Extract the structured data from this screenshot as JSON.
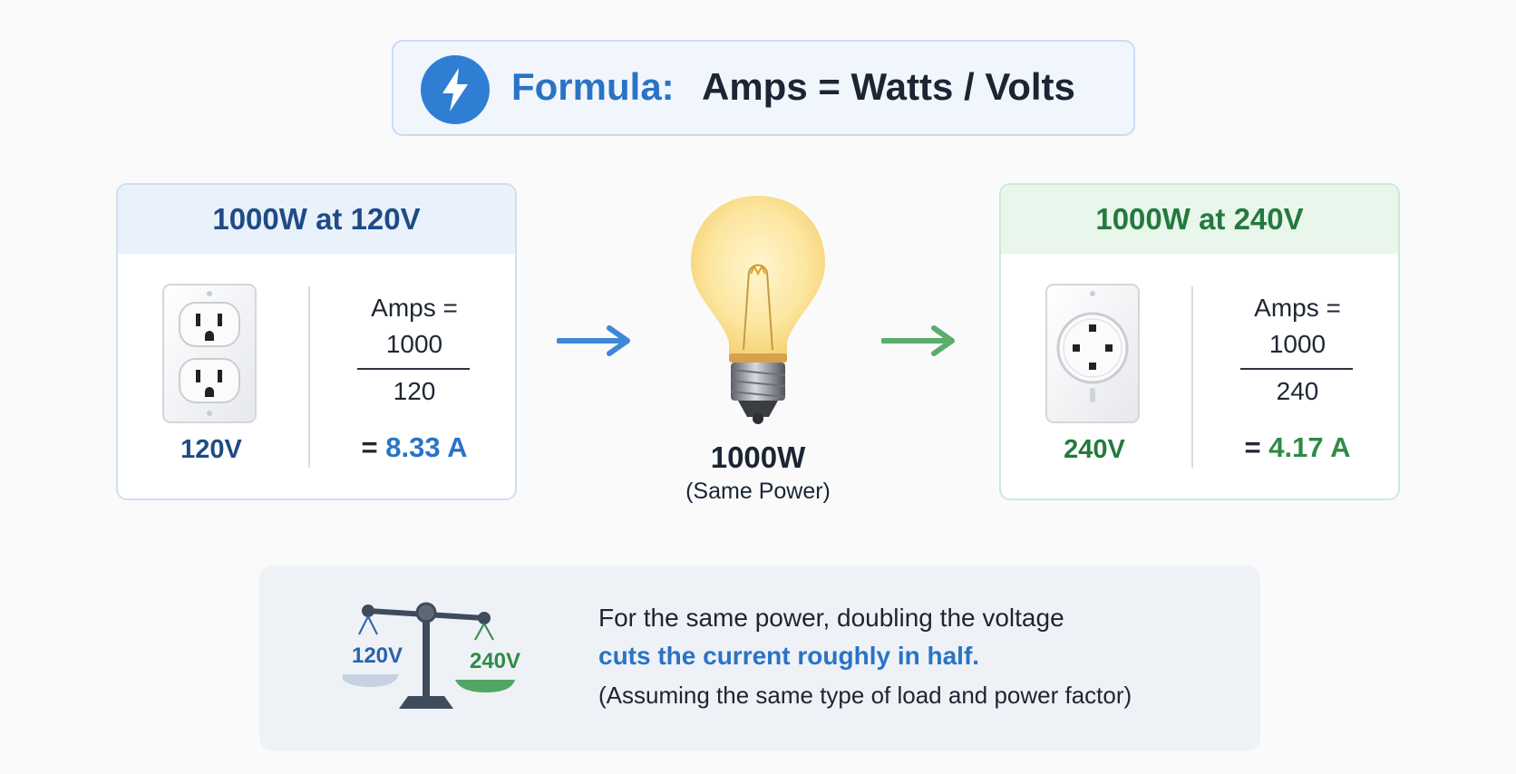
{
  "formula": {
    "label": "Formula:",
    "equation": "Amps = Watts / Volts",
    "icon": "lightning-bolt-icon",
    "accent": "#2a73c5"
  },
  "left_card": {
    "title": "1000W at 120V",
    "outlet_icon": "duplex-outlet-icon",
    "voltage_label": "120V",
    "calc_amps": "Amps =",
    "numerator": "1000",
    "denominator": "120",
    "result_prefix": "=",
    "result_value": "8.33 A",
    "accent": "#2a73c5"
  },
  "right_card": {
    "title": "1000W at 240V",
    "outlet_icon": "240v-outlet-icon",
    "voltage_label": "240V",
    "calc_amps": "Amps =",
    "numerator": "1000",
    "denominator": "240",
    "result_prefix": "=",
    "result_value": "4.17 A",
    "accent": "#2f8a47"
  },
  "center": {
    "icon": "light-bulb-icon",
    "watts": "1000W",
    "note": "(Same Power)"
  },
  "bottom": {
    "icon": "balance-scale-icon",
    "scale_left": "120V",
    "scale_right": "240V",
    "line1": "For the same power, doubling the voltage",
    "line2": "cuts the current roughly in half.",
    "line3": "(Assuming the same type of load and power factor)"
  }
}
